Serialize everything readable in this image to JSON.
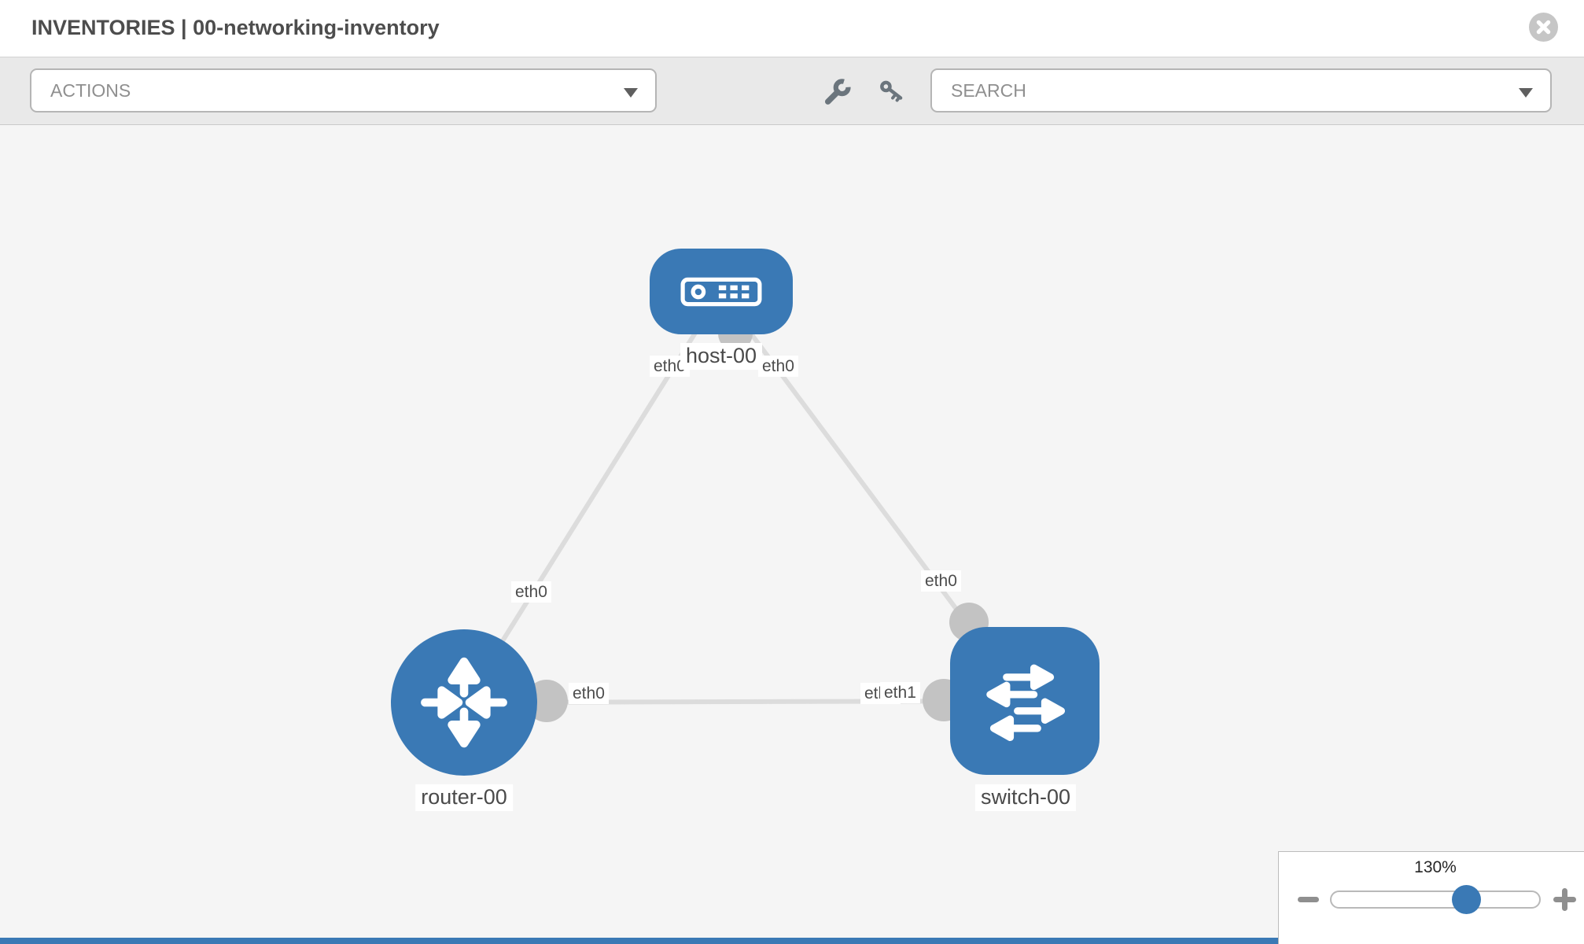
{
  "window": {
    "title": "INVENTORIES | 00-networking-inventory"
  },
  "toolbar": {
    "actions_label": "ACTIONS",
    "search_label": "SEARCH"
  },
  "icons": {
    "close": "close-icon",
    "wrench": "wrench-icon",
    "key": "key-icon",
    "dropdown_caret": "chevron-down-icon",
    "zoom_out": "minus-icon",
    "zoom_in": "plus-icon"
  },
  "topology": {
    "nodes": [
      {
        "name": "host-00",
        "type": "host",
        "icon": "host-icon"
      },
      {
        "name": "router-00",
        "type": "router",
        "icon": "router-icon"
      },
      {
        "name": "switch-00",
        "type": "switch",
        "icon": "switch-icon"
      }
    ],
    "links": [
      {
        "source": "router-00",
        "target": "host-00",
        "source_interface": "eth0",
        "target_interface": "eth0"
      },
      {
        "source": "switch-00",
        "target": "host-00",
        "source_interface": "eth0",
        "target_interface": "eth0"
      },
      {
        "source": "router-00",
        "target": "switch-00",
        "source_interface": "eth0",
        "target_interface": "eth1",
        "occluded_interface_label": "eth0"
      }
    ]
  },
  "zoom_control": {
    "level_label": "130%",
    "percent": 130
  },
  "colors": {
    "node_fill": "#3a79b5",
    "link": "#dcdcdc",
    "interface_dot": "#c3c3c3",
    "canvas_bg": "#f5f5f5",
    "slider_thumb": "#3a79b5",
    "bottom_bar": "#3a79b5"
  }
}
